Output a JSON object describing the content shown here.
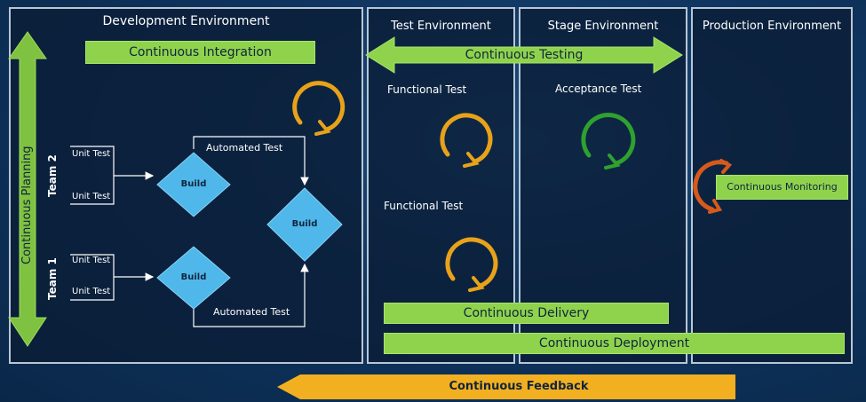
{
  "environments": {
    "development": "Development Environment",
    "test": "Test Environment",
    "stage": "Stage Environment",
    "production": "Production Environment"
  },
  "bars": {
    "continuous_integration": "Continuous Integration",
    "continuous_testing": "Continuous Testing",
    "continuous_planning": "Continuous  Planning",
    "continuous_delivery": "Continuous Delivery",
    "continuous_deployment": "Continuous Deployment",
    "continuous_monitoring": "Continuous Monitoring",
    "continuous_feedback": "Continuous Feedback"
  },
  "teams": {
    "team2": "Team 2",
    "team1": "Team 1"
  },
  "dev_flow": {
    "unit_test_1": "Unit Test",
    "unit_test_2": "Unit Test",
    "unit_test_3": "Unit Test",
    "unit_test_4": "Unit Test",
    "build_top": "Build",
    "build_bottom": "Build",
    "build_final": "Build",
    "automated_test_top": "Automated Test",
    "automated_test_bottom": "Automated Test"
  },
  "test_env": {
    "functional_test_1": "Functional  Test",
    "functional_test_2": "Functional  Test"
  },
  "stage_env": {
    "acceptance_test": "Acceptance Test"
  },
  "colors": {
    "green_bar": "#8fd34d",
    "orange_cycle": "#e8a21a",
    "green_cycle": "#2ea12e",
    "red_cycle": "#d65a1b",
    "diamond": "#4fb7ea",
    "feedback": "#f2b020"
  }
}
